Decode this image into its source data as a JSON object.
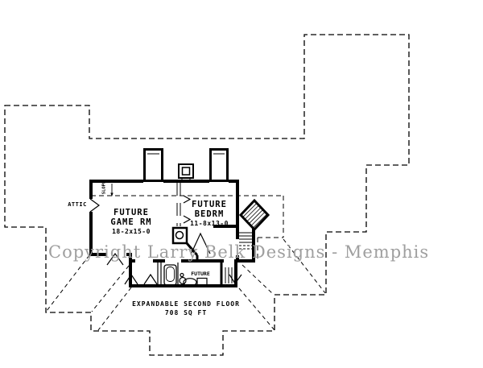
{
  "plan": {
    "watermark": "Copyright Larry Belk Designs - Memphis",
    "rooms": {
      "game_room": {
        "name_line1": "FUTURE",
        "name_line2": "GAME RM",
        "dims": "18-2x15-0"
      },
      "bedroom": {
        "name_line1": "FUTURE",
        "name_line2": "BEDRM",
        "dims": "11-8x13-0"
      },
      "bath": {
        "name": "FUTURE"
      },
      "attic": {
        "name": "ATTIC"
      }
    },
    "annotations": {
      "slope": "SLOPE",
      "floor_title": "EXPANDABLE SECOND FLOOR",
      "floor_area": "708 SQ FT"
    },
    "colors": {
      "ink": "#000000",
      "watermark_gray": "#9f9f9f",
      "background": "#ffffff"
    }
  }
}
